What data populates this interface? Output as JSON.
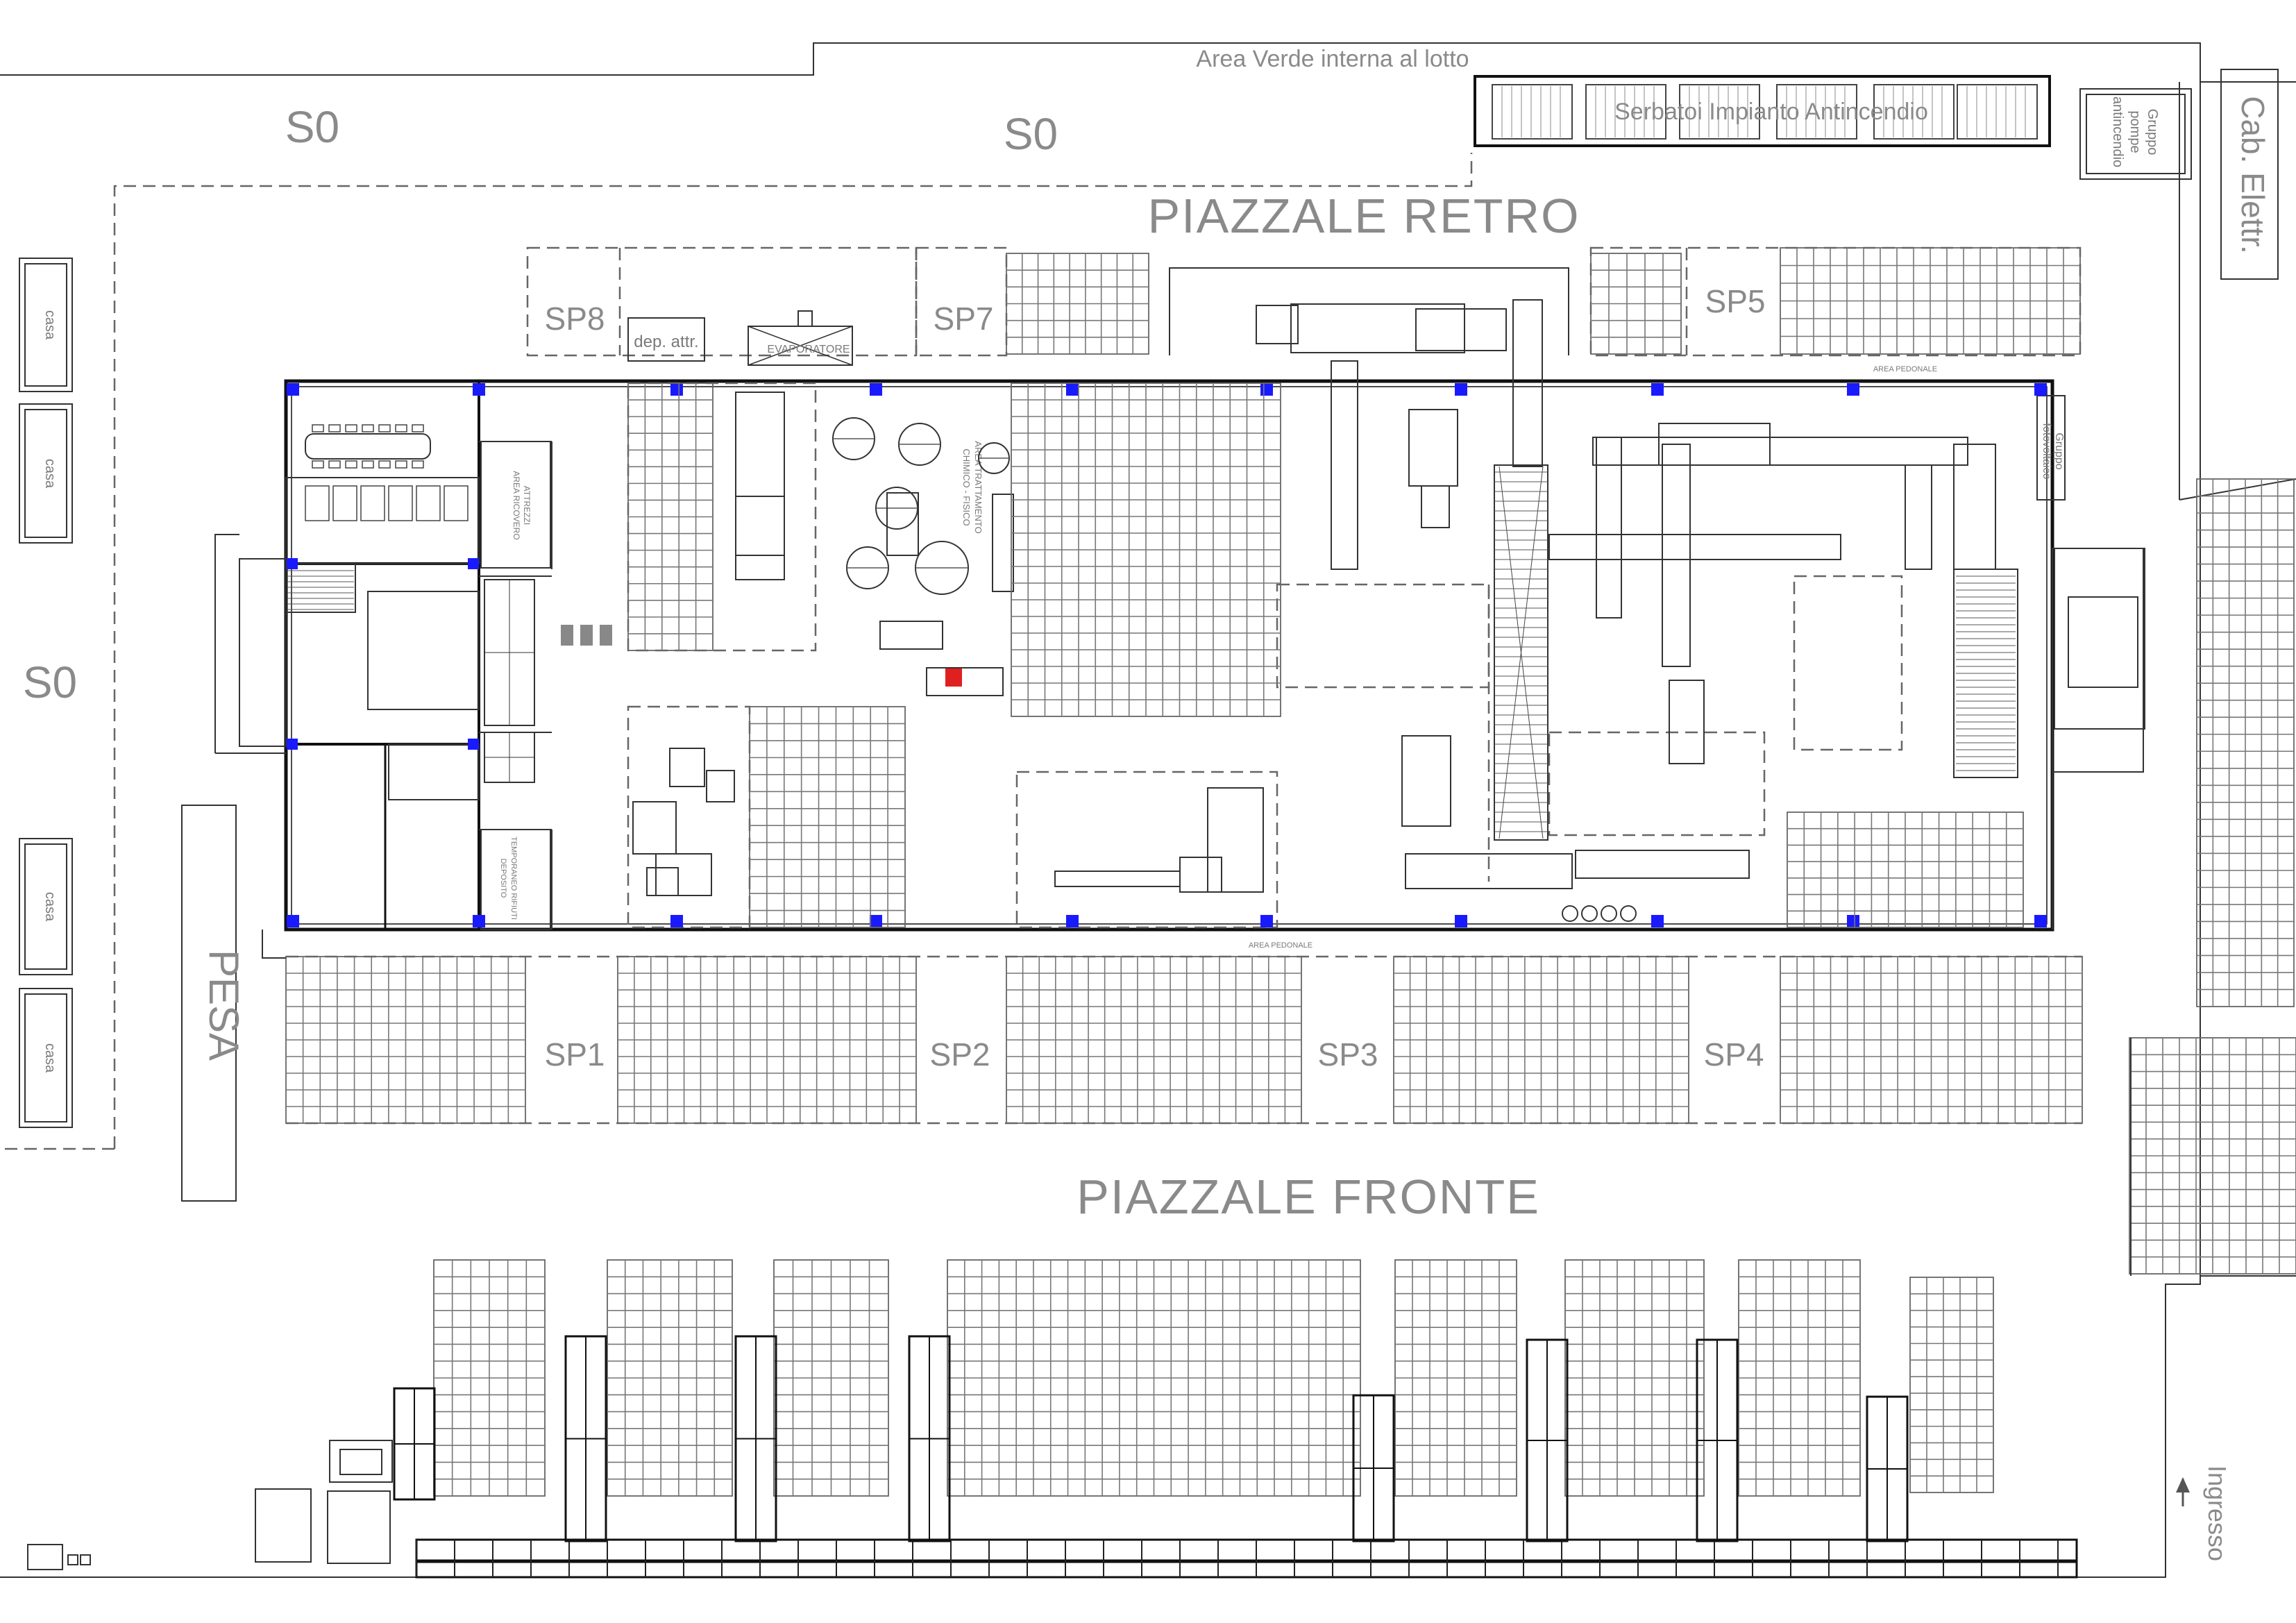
{
  "labels": {
    "area_verde": "Area Verde interna al lotto",
    "serbatoi": "Serbatoi Impianto Antincendio",
    "gruppo_pompe": [
      "Gruppo",
      "pompe",
      "antincendio"
    ],
    "cab_elettr": "Cab. Elettr.",
    "piazzale_retro": "PIAZZALE   RETRO",
    "piazzale_fronte": "PIAZZALE   FRONTE",
    "s0_a": "S0",
    "s0_b": "S0",
    "s0_c": "S0",
    "pesa": "PESA",
    "casa": "casa",
    "ingresso": "Ingresso",
    "gruppo_fotovoltaico": [
      "Gruppo",
      "fotovoltaico"
    ],
    "area_pedonale": "AREA PEDONALE",
    "dep_attr": "dep. attr.",
    "evaporatore": "EVAPORATORE",
    "area_trattamento": [
      "AREA TRATTAMENTO",
      "CHIMICO - FISICO"
    ],
    "area_ricovero": [
      "AREA RICOVERO",
      "ATTREZZI"
    ],
    "deposito": [
      "DEPOSITO",
      "TEMPORANEO RIFIUTI"
    ]
  },
  "zones": [
    "SP1",
    "SP2",
    "SP3",
    "SP4",
    "SP5",
    "SP7",
    "SP8"
  ],
  "colors": {
    "pillar": "#1a1aff",
    "alarm": "#e02020",
    "text": "#8a8a8a",
    "line": "#222222"
  }
}
